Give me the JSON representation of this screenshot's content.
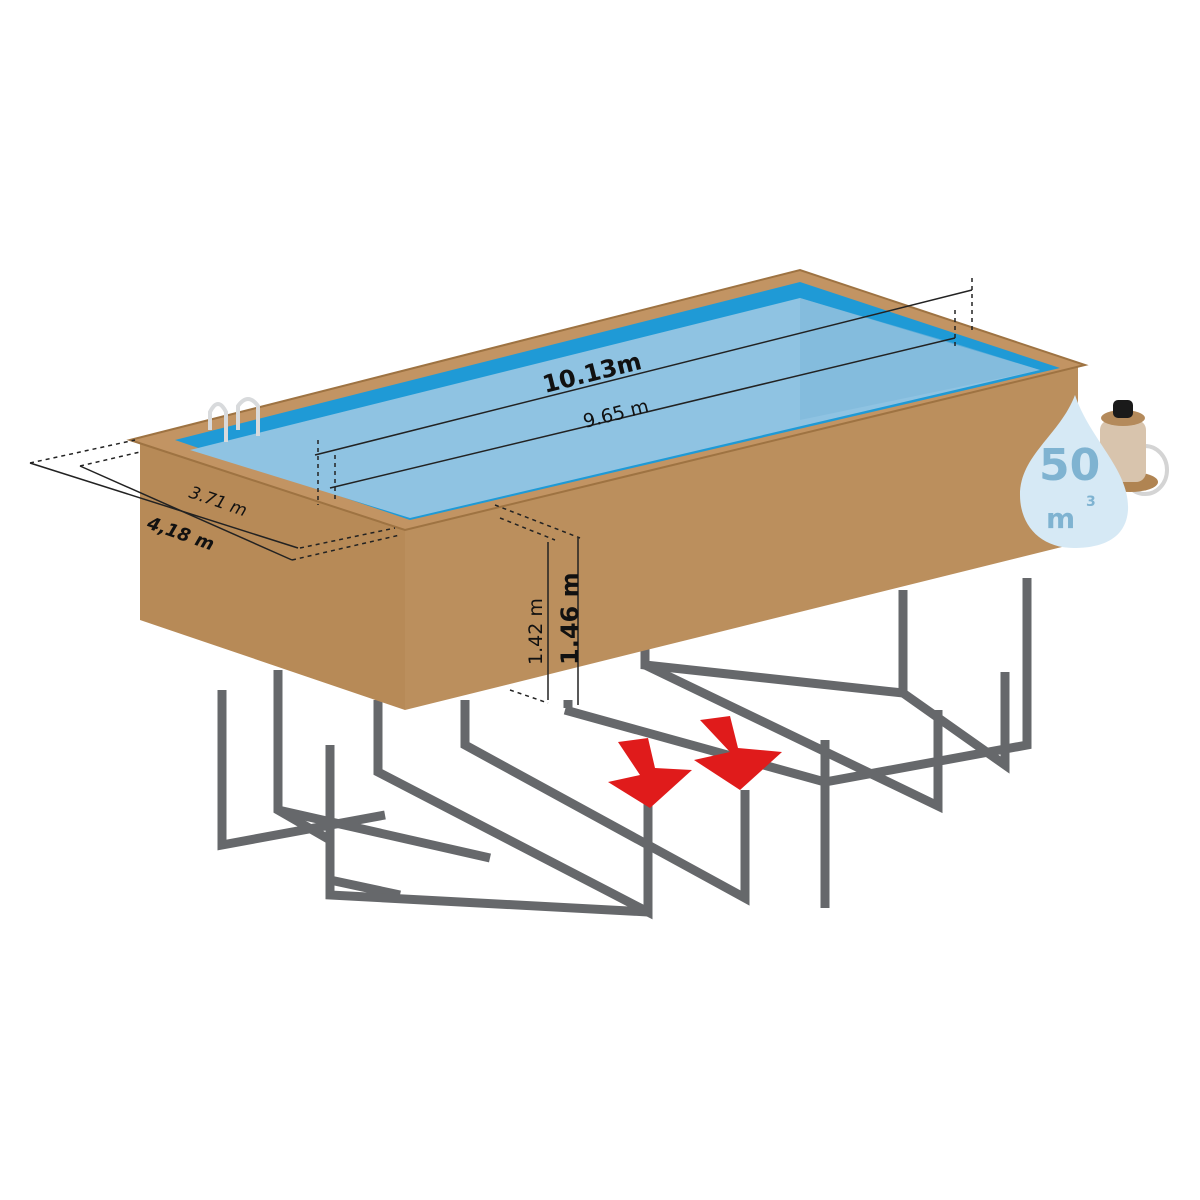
{
  "diagram": {
    "subject": "Rectangular above-ground wooden pool with steel support frames",
    "dimensions": {
      "outer_length": "10.13m",
      "inner_length": "9.65 m",
      "inner_width": "3.71 m",
      "outer_width": "4,18 m",
      "inner_height": "1.42 m",
      "outer_height": "1.46 m"
    },
    "volume": {
      "value": "50",
      "unit": "m",
      "superscript": "3"
    },
    "colors": {
      "wood": "#b98c5a",
      "wood_dark": "#a57a48",
      "water": "#8fc3e2",
      "liner": "#1f9ad6",
      "frame": "#6b6d70",
      "arrow": "#e01b1b",
      "drop": "#d6e9f5",
      "drop_text": "#7fb3d1"
    }
  }
}
